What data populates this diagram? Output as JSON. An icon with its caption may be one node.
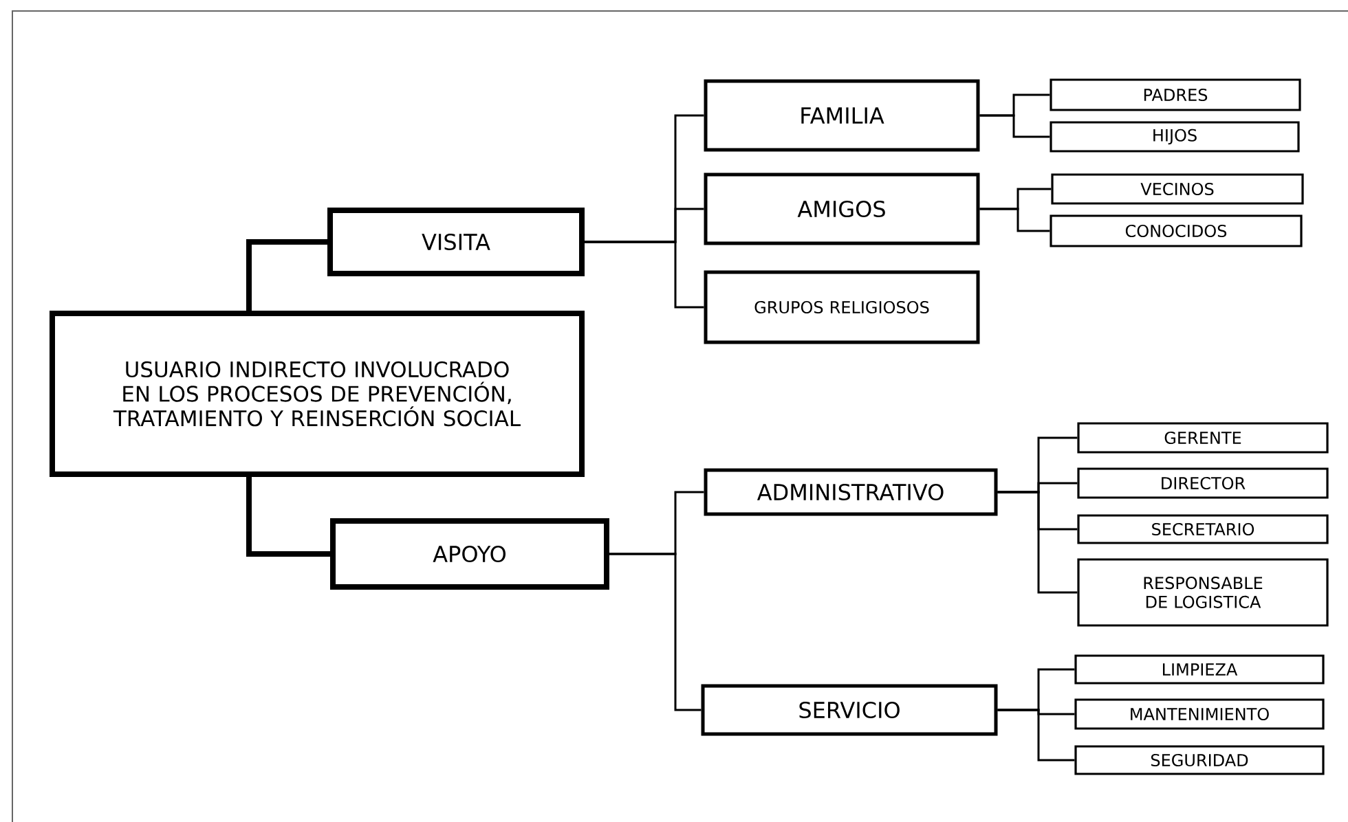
{
  "diagram": {
    "nodes": [
      {
        "text": [
          "USUARIO INDIRECTO INVOLUCRADO EN LOS PROCESOS DE PREVENCIÓN, TRATAMIENTO Y REINSERCIÓN SOCIAL"
        ]
      },
      {
        "text": [
          "VISITA"
        ]
      },
      {
        "text": [
          "APOYO"
        ]
      },
      {
        "text": [
          "FAMILIA"
        ]
      },
      {
        "text": [
          "AMIGOS"
        ]
      },
      {
        "text": [
          "GRUPOS RELIGIOSOS"
        ]
      },
      {
        "text": [
          "PADRES"
        ]
      },
      {
        "text": [
          "HIJOS"
        ]
      },
      {
        "text": [
          "VECINOS"
        ]
      },
      {
        "text": [
          "CONOCIDOS"
        ]
      },
      {
        "text": [
          "ADMINISTRATIVO"
        ]
      },
      {
        "text": [
          "SERVICIO"
        ]
      },
      {
        "text": [
          "GERENTE"
        ]
      },
      {
        "text": [
          "DIRECTOR"
        ]
      },
      {
        "text": [
          "SECRETARIO"
        ]
      },
      {
        "text": [
          "RESPONSABLE DE LOGISTICA"
        ]
      },
      {
        "text": [
          "LIMPIEZA"
        ]
      },
      {
        "text": [
          "MANTENIMIENTO"
        ]
      },
      {
        "text": [
          "SEGURIDAD"
        ]
      }
    ],
    "edges": [
      {
        "from": 0,
        "to": 1,
        "arrow": "none",
        "style": "thick"
      },
      {
        "from": 0,
        "to": 2,
        "arrow": "none",
        "style": "thick"
      },
      {
        "from": 1,
        "to": 3,
        "arrow": "none"
      },
      {
        "from": 1,
        "to": 4,
        "arrow": "none"
      },
      {
        "from": 1,
        "to": 5,
        "arrow": "none"
      },
      {
        "from": 3,
        "to": 6,
        "arrow": "none"
      },
      {
        "from": 3,
        "to": 7,
        "arrow": "none"
      },
      {
        "from": 4,
        "to": 8,
        "arrow": "none"
      },
      {
        "from": 4,
        "to": 9,
        "arrow": "none"
      },
      {
        "from": 2,
        "to": 10,
        "arrow": "none"
      },
      {
        "from": 2,
        "to": 11,
        "arrow": "none"
      },
      {
        "from": 10,
        "to": 12,
        "arrow": "none"
      },
      {
        "from": 10,
        "to": 13,
        "arrow": "none"
      },
      {
        "from": 10,
        "to": 14,
        "arrow": "none"
      },
      {
        "from": 10,
        "to": 15,
        "arrow": "none"
      },
      {
        "from": 11,
        "to": 16,
        "arrow": "none"
      },
      {
        "from": 11,
        "to": 17,
        "arrow": "none"
      },
      {
        "from": 11,
        "to": 18,
        "arrow": "none"
      }
    ]
  }
}
